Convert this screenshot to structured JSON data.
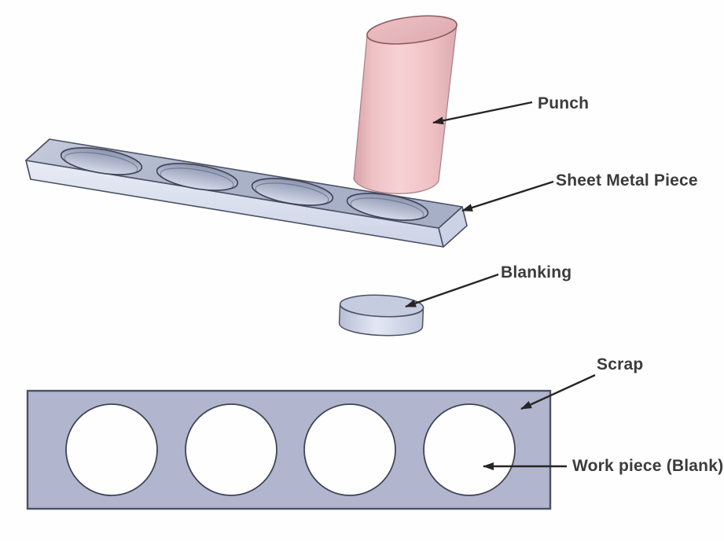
{
  "diagram": {
    "subject": "Sheet metal blanking process",
    "labels": {
      "punch": "Punch",
      "sheet": "Sheet Metal Piece",
      "blanking": "Blanking",
      "scrap": "Scrap",
      "workpiece": "Work piece (Blank)"
    },
    "shapes": {
      "punch": "tilted pink cylinder tool",
      "sheet_metal_piece": "3D metal strip with 4 punched oval holes",
      "blank_disc": "single punched-out metal disc",
      "scrap_strip": "flat strip with 4 round holes (top view)",
      "hole_count": 4
    },
    "colors": {
      "background": "#fefefe",
      "punch_body": "#f6cfd2",
      "punch_top": "#e6b7bb",
      "punch_outline": "#8f5a62",
      "metal_top": "#b0b7cd",
      "metal_front": "#dce1ef",
      "metal_outline": "#4d5166",
      "hole_shadow": "#8d95af",
      "strip_fill": "#b1b6ce",
      "blank_circle": "#fefefe",
      "arrow": "#252525",
      "label_text": "#3b3b3b"
    }
  }
}
